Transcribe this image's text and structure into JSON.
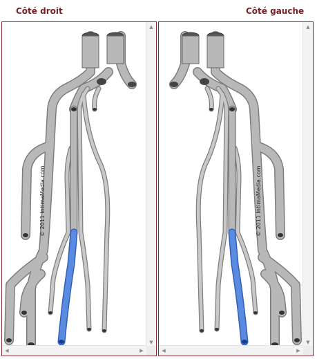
{
  "panels": [
    {
      "title": "Côté droit",
      "copyright": "© 2011 IntimaMedia.com"
    },
    {
      "title": "Côté gauche",
      "copyright": "© 2011 IntimaMedia.com"
    }
  ],
  "colors": {
    "frame": "#8b2a2e",
    "title": "#7a1f24",
    "vessel": "#b8b8b8",
    "vessel_dark": "#7d7d7d",
    "highlight": "#5b8be0"
  },
  "icons": {
    "scroll_up": "triangle-up-icon",
    "scroll_down": "triangle-down-icon",
    "scroll_left": "triangle-left-icon",
    "scroll_right": "triangle-right-icon"
  }
}
